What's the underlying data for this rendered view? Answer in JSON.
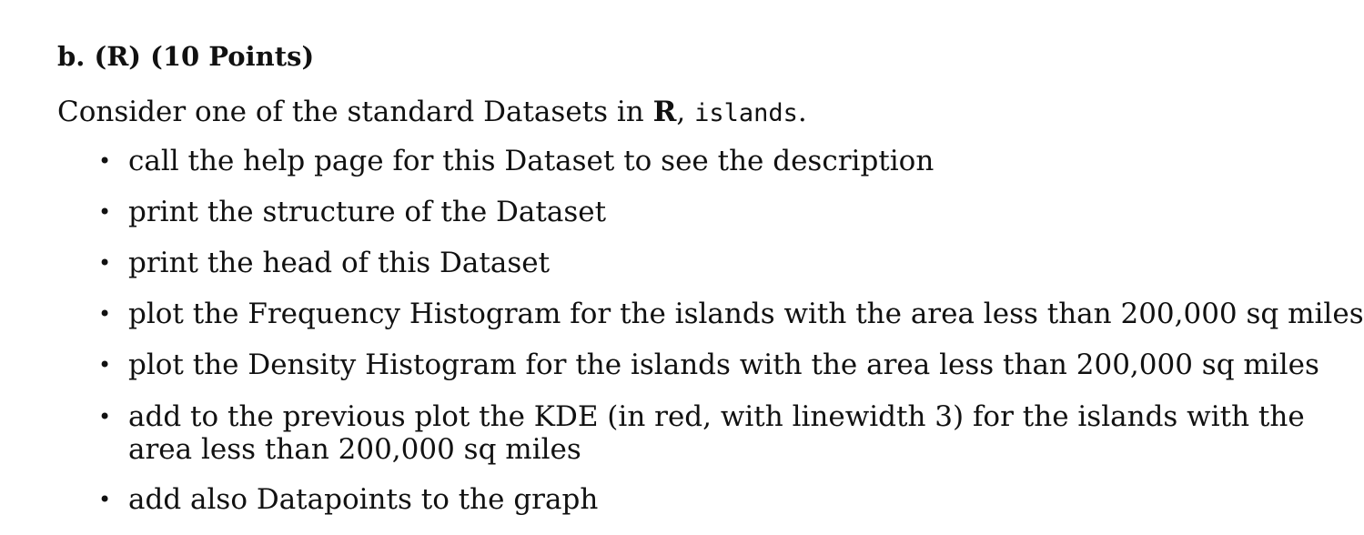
{
  "heading": "b. (R) (10 Points)",
  "intro": {
    "before": "Consider one of the standard Datasets in ",
    "r": "R",
    "comma": ", ",
    "dataset": "islands",
    "period": "."
  },
  "bullet_symbol": "•",
  "items": [
    "call the help page for this Dataset to see the description",
    "print the structure of the Dataset",
    "print the head of this Dataset",
    "plot the Frequency Histogram for the islands with the area less than 200,000 sq miles",
    "plot the Density Histogram for the islands with the area less than 200,000 sq miles",
    {
      "line1": "add to the previous plot the KDE (in red, with linewidth 3) for the islands with the",
      "line2": "area less than 200,000 sq miles"
    },
    "add also Datapoints to the graph"
  ]
}
